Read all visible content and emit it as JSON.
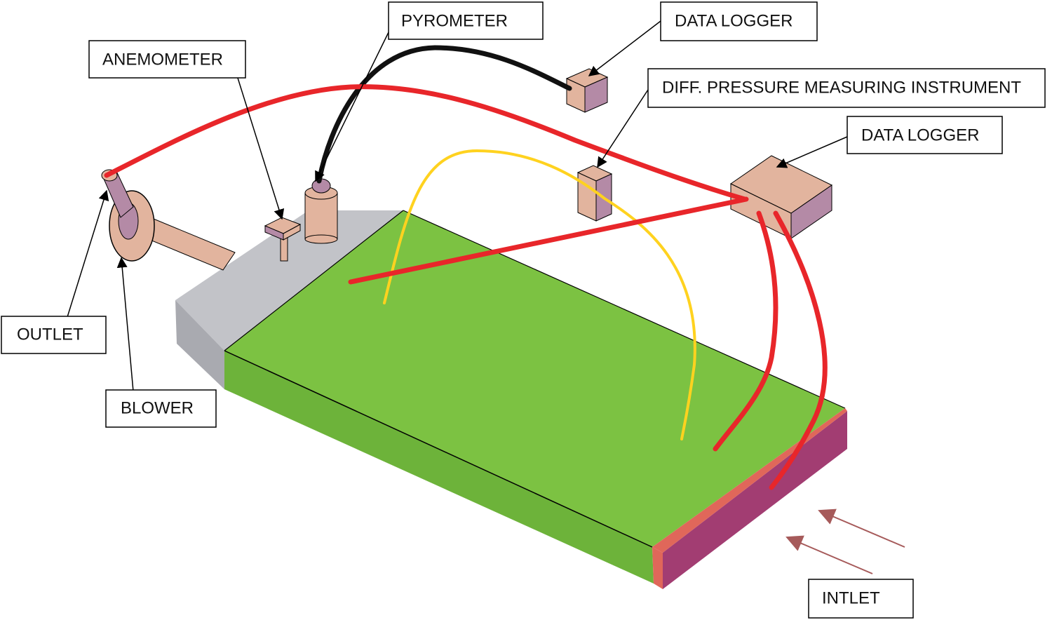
{
  "diagram": {
    "colors": {
      "duct_top": "#7cc242",
      "duct_side": "#6db33a",
      "hood": "#c2c3c8",
      "hood_side": "#a9aab0",
      "inlet_face": "#a23d72",
      "inlet_top": "#e0675a",
      "instrument": "#e2b49e",
      "instrument_side": "#b48aa6",
      "red_wire": "#e8262a",
      "yellow_wire": "#ffd21f",
      "black_wire": "#111111",
      "inlet_arrow": "#a65a5a"
    },
    "labels": {
      "pyrometer": "PYROMETER",
      "data_logger_top": "DATA LOGGER",
      "anemometer": "ANEMOMETER",
      "diff_pressure": "DIFF. PRESSURE MEASURING INSTRUMENT",
      "data_logger_right": "DATA LOGGER",
      "outlet": "OUTLET",
      "blower": "BLOWER",
      "inlet": "INTLET"
    }
  }
}
